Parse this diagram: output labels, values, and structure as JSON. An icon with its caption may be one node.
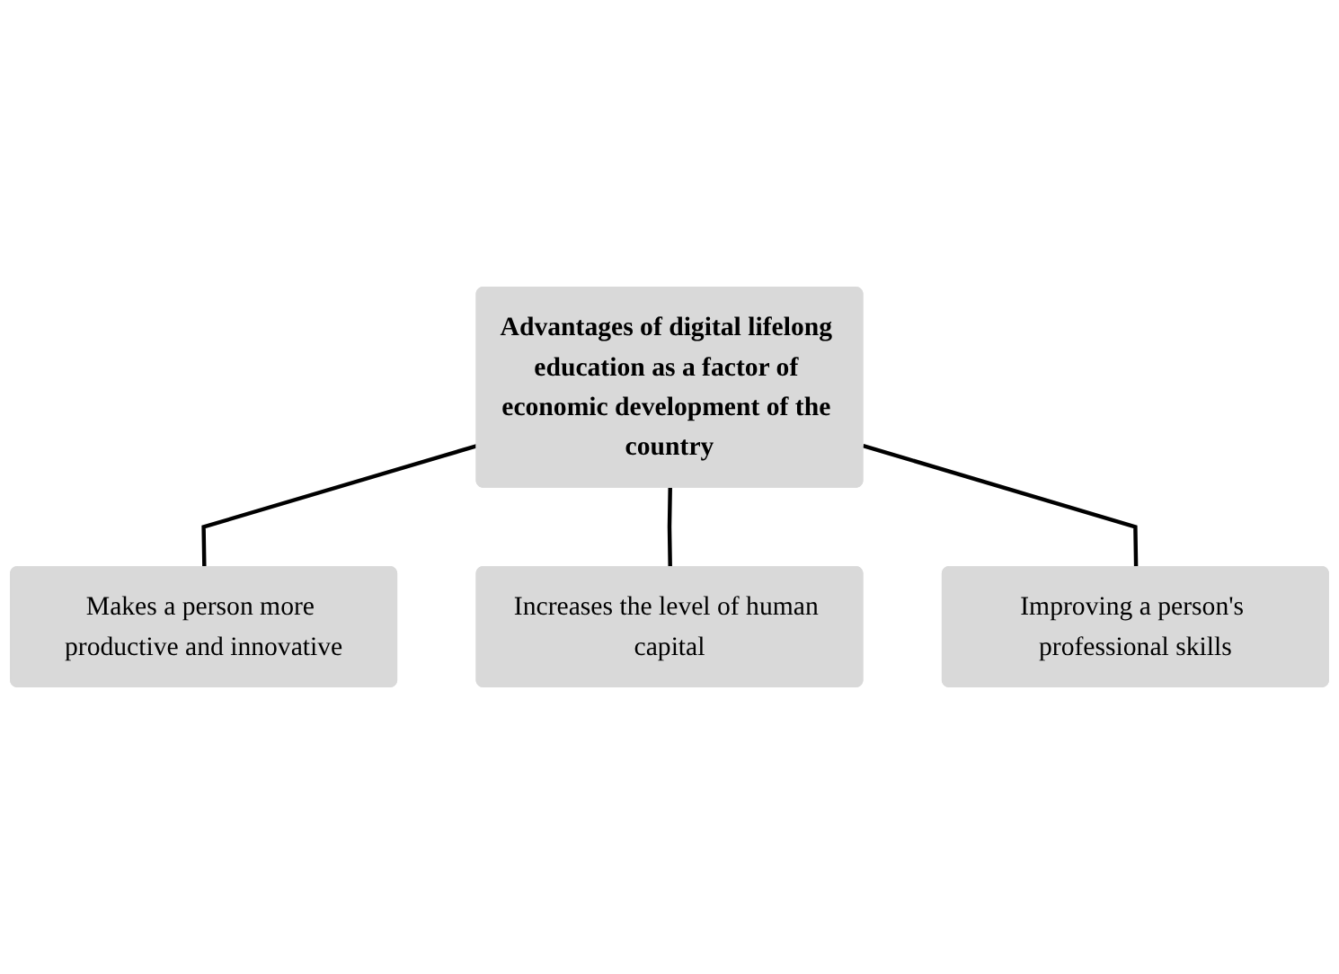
{
  "diagram": {
    "nodes": [
      {
        "text": [
          "Makes a person more productive and innovative"
        ]
      },
      {
        "text": [
          "Advantages of digital lifelong education as a factor of economic development of the country"
        ]
      },
      {
        "text": [
          "Increases the level of human capital"
        ]
      },
      {
        "text": [
          "Improving a person's professional skills"
        ]
      }
    ],
    "edges": [
      {
        "from": 1,
        "to": 0,
        "arrow": "none"
      },
      {
        "from": 1,
        "to": 2,
        "arrow": "none"
      },
      {
        "from": 1,
        "to": 3,
        "arrow": "none"
      }
    ]
  }
}
